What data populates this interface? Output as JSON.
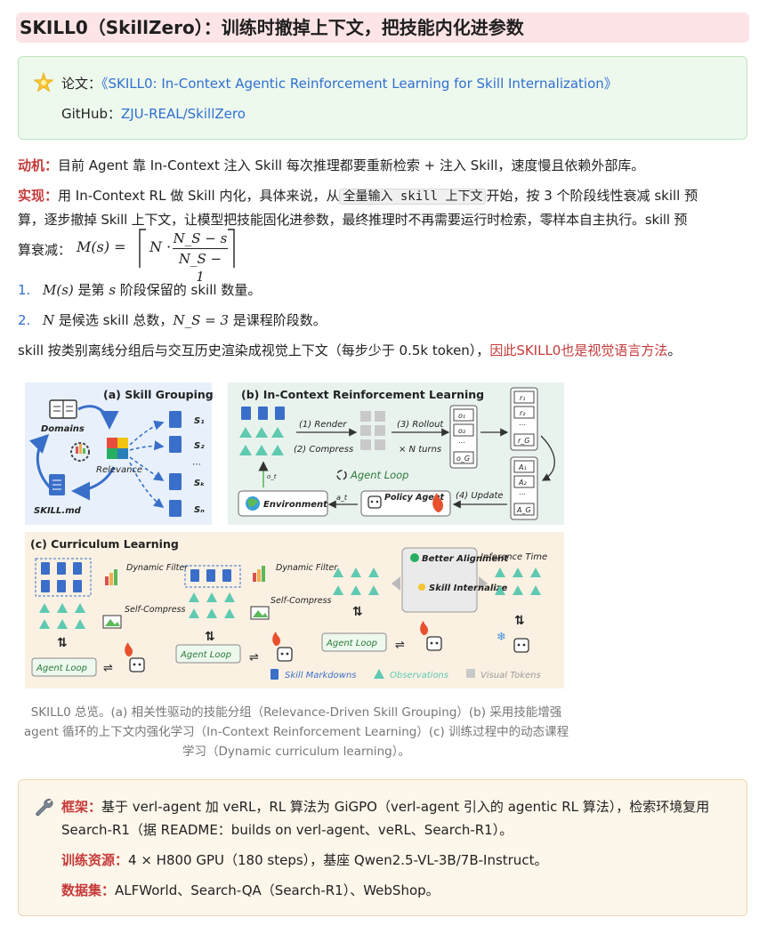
{
  "title": "SKILL0（SkillZero）：训练时撤掉上下文，把技能内化进参数",
  "paper_box": {
    "paper_label": "论文：",
    "paper_link": "《SKILL0: In-Context Agentic Reinforcement Learning for Skill Internalization》",
    "github_label": "GitHub：",
    "github_link": "ZJU-REAL/SkillZero"
  },
  "motivation": {
    "label": "动机：",
    "text": "目前 Agent 靠 In-Context 注入 Skill 每次推理都要重新检索 + 注入 Skill，速度慢且依赖外部库。"
  },
  "implementation": {
    "label": "实现：",
    "text_a": "用 In-Context RL 做 Skill 内化，具体来说，从",
    "code": "全量输入 skill 上下文",
    "text_b": "开始，按 3 个阶段线性衰减 skill 预",
    "text_c": "算，逐步撤掉 Skill 上下文，让模型把技能固化进参数，最终推理时不再需要运行时检索，零样本自主执行。skill 预",
    "text_d": "算衰减："
  },
  "formula": {
    "lhs": "M(s) =",
    "n": "N ·",
    "numerator": "N_S − s",
    "denominator": "N_S − 1"
  },
  "list": [
    {
      "num": "1.",
      "math": "M(s)",
      "text_a": " 是第 ",
      "math2": "s",
      "text_b": " 阶段保留的 skill 数量。"
    },
    {
      "num": "2.",
      "math": "N",
      "text_a": " 是候选 skill 总数，",
      "math2": "N_S = 3",
      "text_b": " 是课程阶段数。"
    }
  ],
  "summary": {
    "text": "skill 按类别离线分组后与交互历史渲染成视觉上下文（每步少于 0.5k token），",
    "highlight": "因此SKILL0也是视觉语言方法",
    "end": "。"
  },
  "figure": {
    "panel_a_title": "(a) Skill Grouping",
    "panel_b_title": "(b) In-Context Reinforcement Learning",
    "panel_c_title": "(c) Curriculum Learning",
    "domains": "Domains",
    "relevance": "Relevance",
    "skill_md": "SKILL.md",
    "s_labels": [
      "S₁",
      "S₂",
      "⋯",
      "Sₖ",
      "Sₙ"
    ],
    "render": "(1) Render",
    "compress": "(2) Compress",
    "rollout": "(3) Rollout",
    "n_turns": "× N turns",
    "update": "(4) Update",
    "agent_loop": "Agent Loop",
    "environment": "Environment",
    "policy_agent": "Policy Agent",
    "o_labels": [
      "o₁",
      "o₂",
      "⋯",
      "o_G"
    ],
    "r_labels": [
      "r₁",
      "r₂",
      "⋯",
      "r_G"
    ],
    "a_labels": [
      "A₁",
      "A₂",
      "⋯",
      "A_G"
    ],
    "o_t": "o_t",
    "a_t": "a_t",
    "dynamic_filter": "Dynamic Filter",
    "self_compress": "Self-Compress",
    "better_alignment": "Better Alignment",
    "skill_internalize": "Skill Internalize",
    "inference_time": "Inference Time",
    "legend": [
      "Skill Markdowns",
      "Observations",
      "Visual Tokens"
    ]
  },
  "caption": [
    "SKILL0 总览。(a) 相关性驱动的技能分组（Relevance-Driven Skill Grouping）(b) 采用技能增强",
    "agent 循环的上下文内强化学习（In-Context Reinforcement Learning）(c) 训练过程中的动态课程",
    "学习（Dynamic curriculum learning）。"
  ],
  "framework_box": {
    "framework_label": "框架：",
    "framework_text_a": "基于 verl-agent 加 veRL，RL 算法为 GiGPO（verl-agent 引入的 agentic RL 算法），检索环境复用",
    "framework_text_b": "Search-R1（据 README：builds on verl-agent、veRL、Search-R1）。",
    "resources_label": "训练资源：",
    "resources_text": "4 × H800 GPU（180 steps），基座 Qwen2.5-VL-3B/7B-Instruct。",
    "dataset_label": "数据集：",
    "dataset_text": "ALFWorld、Search-QA（Search-R1）、WebShop。"
  },
  "colors": {
    "title_bg": "#fde4e6",
    "green_bg": "#eef9ee",
    "yellow_bg": "#fdf6ea",
    "link": "#2f6fd1",
    "red": "#c53a3a"
  }
}
